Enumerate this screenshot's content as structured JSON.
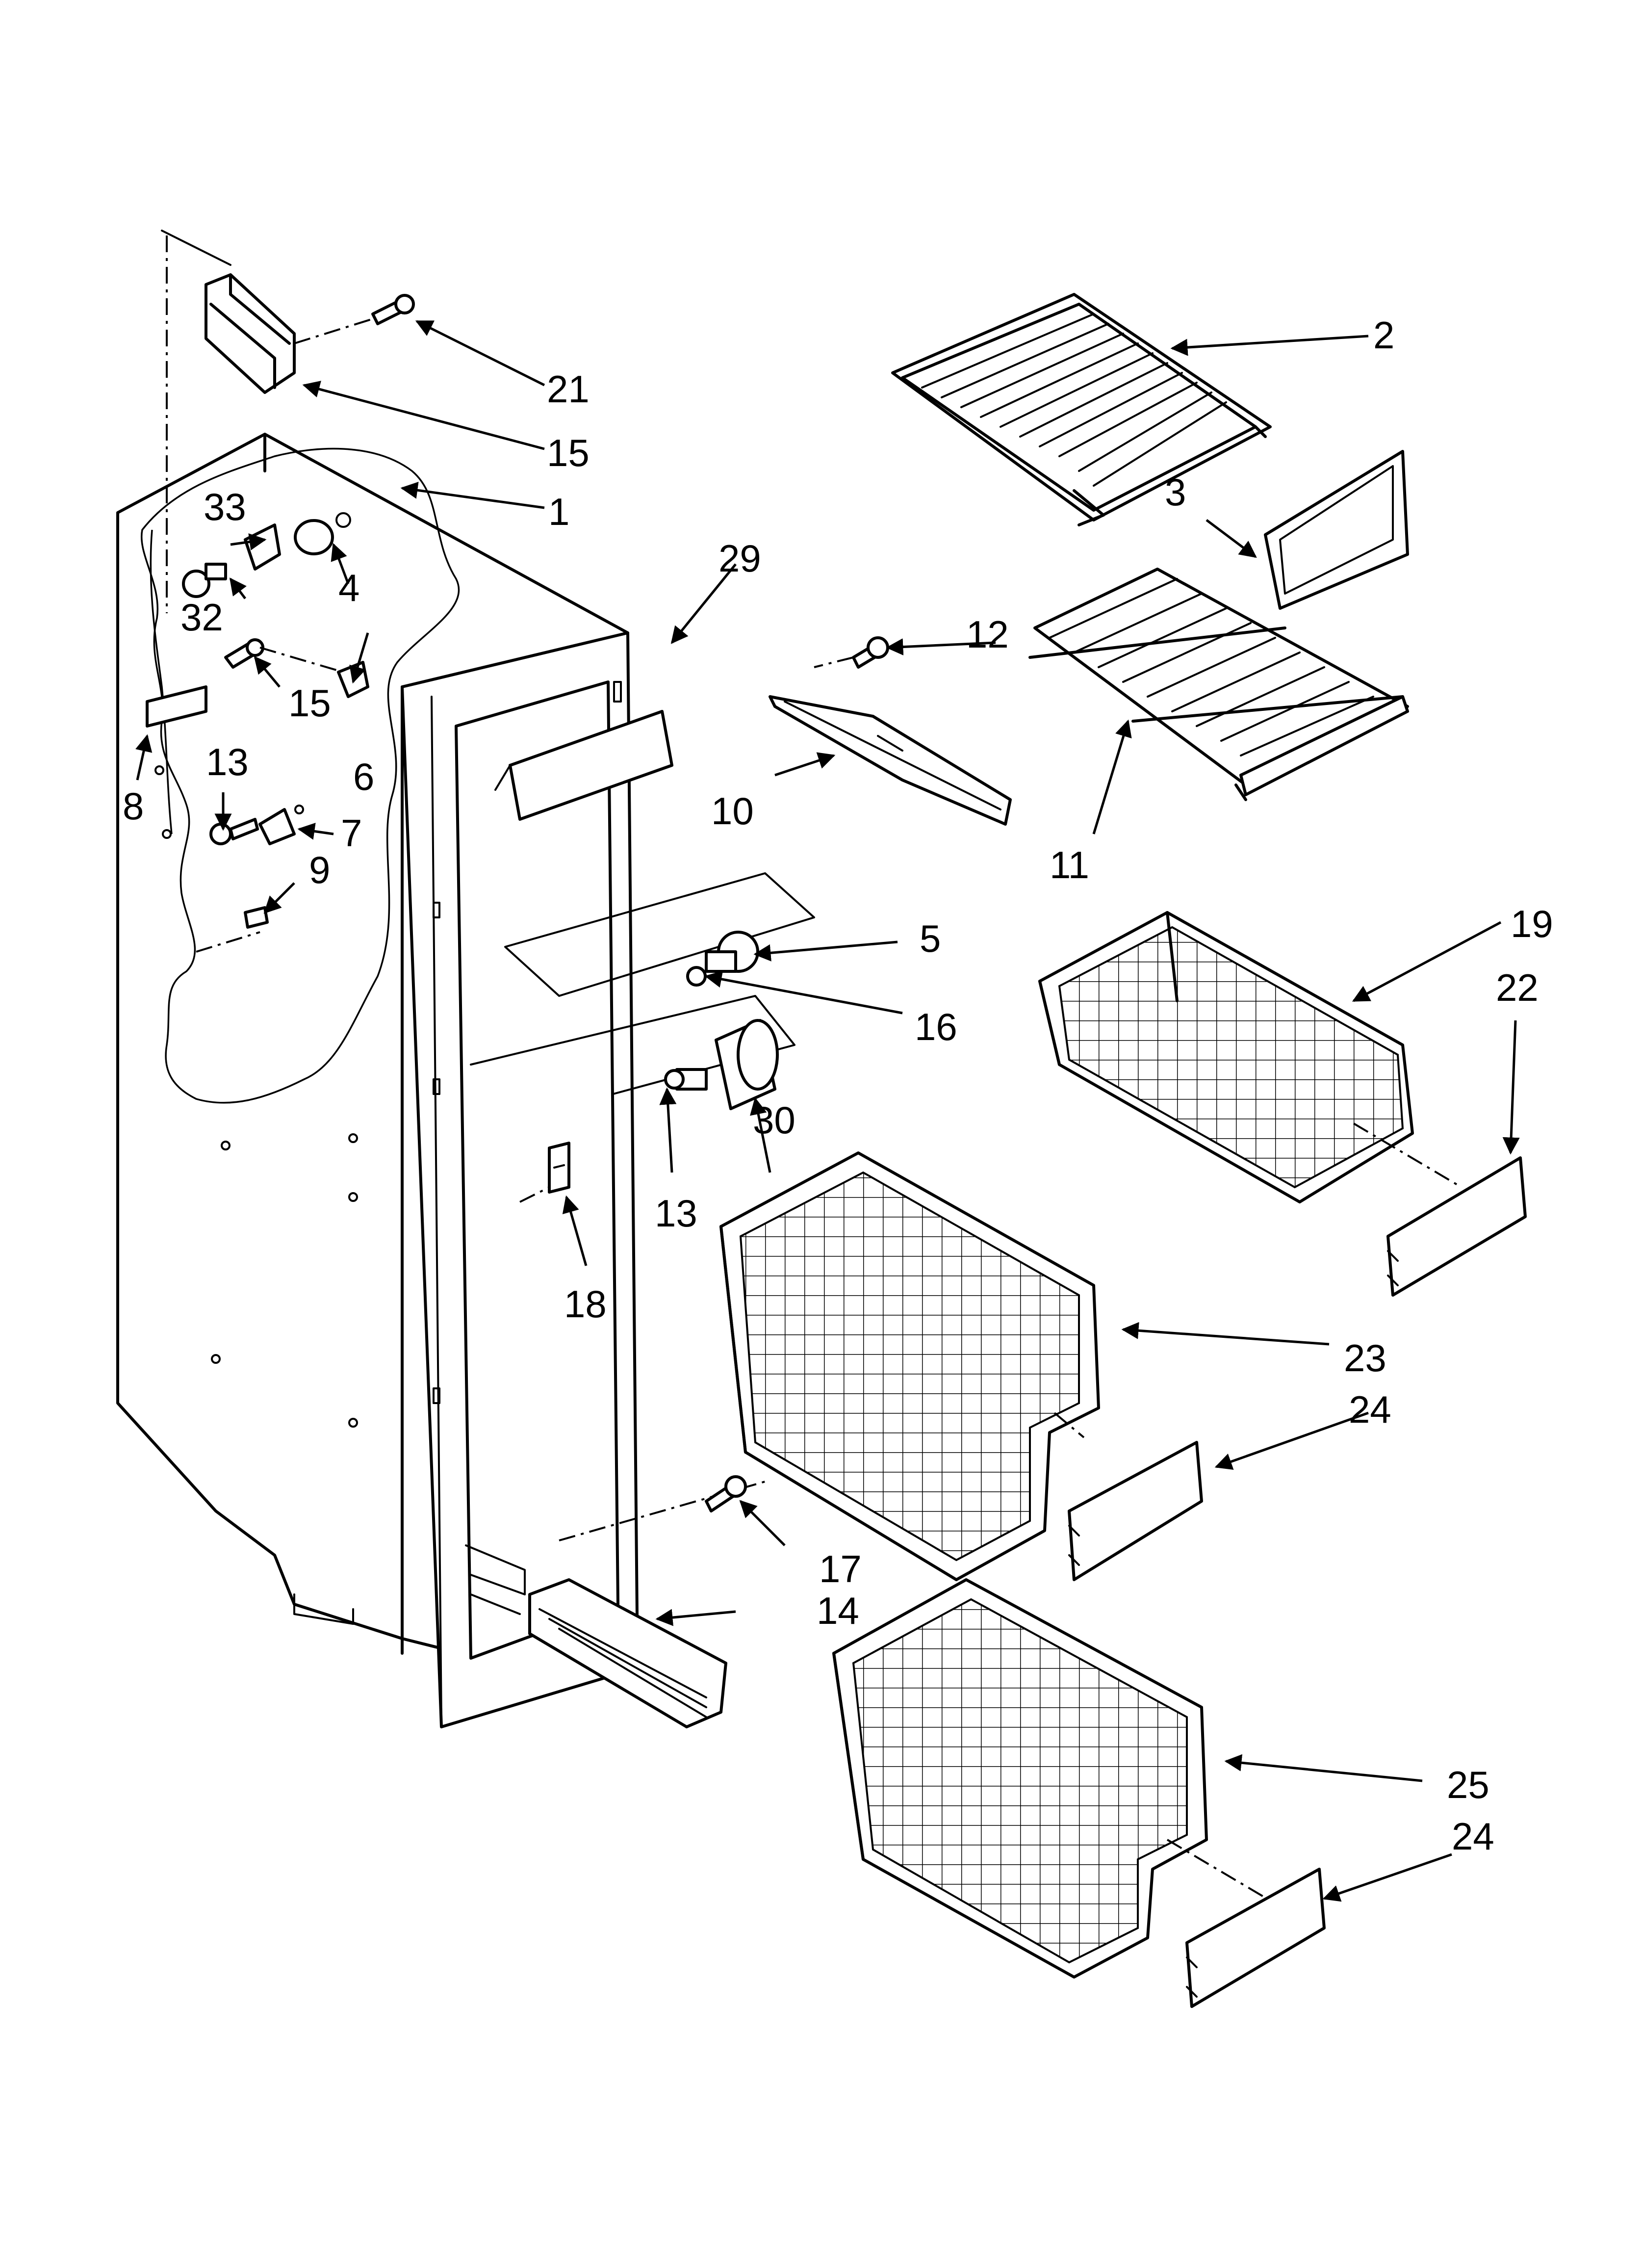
{
  "callouts": [
    {
      "id": "c1",
      "text": "1"
    },
    {
      "id": "c2",
      "text": "2"
    },
    {
      "id": "c3",
      "text": "3"
    },
    {
      "id": "c4",
      "text": "4"
    },
    {
      "id": "c5",
      "text": "5"
    },
    {
      "id": "c6",
      "text": "6"
    },
    {
      "id": "c7",
      "text": "7"
    },
    {
      "id": "c8",
      "text": "8"
    },
    {
      "id": "c9",
      "text": "9"
    },
    {
      "id": "c10",
      "text": "10"
    },
    {
      "id": "c11",
      "text": "11"
    },
    {
      "id": "c12",
      "text": "12"
    },
    {
      "id": "c13a",
      "text": "13"
    },
    {
      "id": "c13b",
      "text": "13"
    },
    {
      "id": "c14",
      "text": "14"
    },
    {
      "id": "c15a",
      "text": "15"
    },
    {
      "id": "c15b",
      "text": "15"
    },
    {
      "id": "c16",
      "text": "16"
    },
    {
      "id": "c17",
      "text": "17"
    },
    {
      "id": "c18",
      "text": "18"
    },
    {
      "id": "c19",
      "text": "19"
    },
    {
      "id": "c21",
      "text": "21"
    },
    {
      "id": "c22",
      "text": "22"
    },
    {
      "id": "c23",
      "text": "23"
    },
    {
      "id": "c24a",
      "text": "24"
    },
    {
      "id": "c24b",
      "text": "24"
    },
    {
      "id": "c25",
      "text": "25"
    },
    {
      "id": "c29",
      "text": "29"
    },
    {
      "id": "c30",
      "text": "30"
    },
    {
      "id": "c32",
      "text": "32"
    },
    {
      "id": "c33",
      "text": "33"
    }
  ]
}
